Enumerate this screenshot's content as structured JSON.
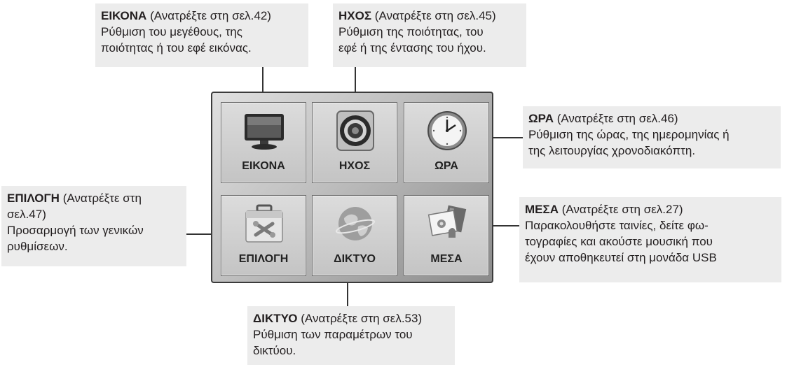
{
  "callouts": {
    "picture": {
      "title": "ΕΙΚΟΝΑ",
      "ref": "(Ανατρέξτε στη σελ.42)",
      "lines": [
        "Ρύθμιση του μεγέθους, της",
        "ποιότητας ή του εφέ εικόνας."
      ]
    },
    "audio": {
      "title": "ΗΧΟΣ",
      "ref": "(Ανατρέξτε στη σελ.45)",
      "lines": [
        "Ρύθμιση της ποιότητας, του",
        "εφέ ή της έντασης του ήχου."
      ]
    },
    "time": {
      "title": "ΩΡΑ",
      "ref": "(Ανατρέξτε στη σελ.46)",
      "lines": [
        "Ρύθμιση της ώρας, της ημερομηνίας ή",
        "της λειτουργίας χρονοδιακόπτη."
      ]
    },
    "option": {
      "title": "ΕΠΙΛΟΓΗ",
      "ref": "(Ανατρέξτε στη",
      "lines": [
        "σελ.47)",
        "Προσαρμογή των γενικών",
        "ρυθμίσεων."
      ]
    },
    "media": {
      "title": "ΜΕΣΑ",
      "ref": "(Ανατρέξτε στη σελ.27)",
      "lines": [
        "Παρακολουθήστε ταινίες, δείτε φω-",
        "τογραφίες και ακούστε μουσική που",
        "έχουν αποθηκευτεί στη μονάδα USB"
      ]
    },
    "network": {
      "title": "ΔΙΚΤΥΟ",
      "ref": "(Ανατρέξτε στη σελ.53)",
      "lines": [
        "Ρύθμιση των παραμέτρων του",
        "δικτύου."
      ]
    }
  },
  "menu": {
    "tiles": [
      {
        "label": "ΕΙΚΟΝΑ",
        "icon": "tv-icon"
      },
      {
        "label": "ΗΧΟΣ",
        "icon": "speaker-icon"
      },
      {
        "label": "ΩΡΑ",
        "icon": "clock-icon"
      },
      {
        "label": "ΕΠΙΛΟΓΗ",
        "icon": "toolbox-icon"
      },
      {
        "label": "ΔΙΚΤΥΟ",
        "icon": "globe-icon"
      },
      {
        "label": "ΜΕΣΑ",
        "icon": "media-icon"
      }
    ]
  }
}
